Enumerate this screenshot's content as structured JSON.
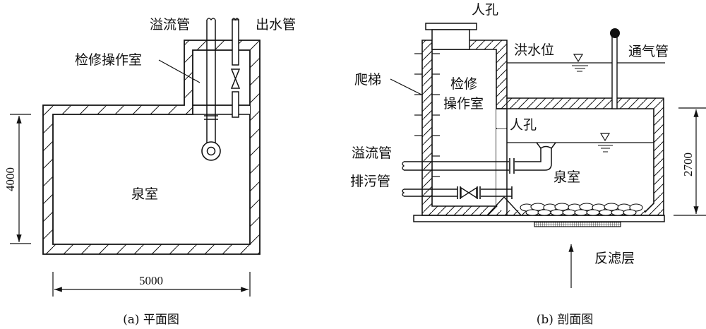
{
  "plan_view": {
    "caption": "(a) 平面图",
    "labels": {
      "overflow_pipe": "溢流管",
      "outlet_pipe": "出水管",
      "maintenance_room": "检修操作室",
      "spring_chamber": "泉室"
    },
    "dimensions": {
      "width": "5000",
      "height": "4000"
    }
  },
  "section_view": {
    "caption": "(b) 剖面图",
    "labels": {
      "manhole_top": "人孔",
      "flood_level": "洪水位",
      "vent_pipe": "通气管",
      "ladder": "爬梯",
      "maintenance_room_line1": "检修",
      "maintenance_room_line2": "操作室",
      "manhole_side": "人孔",
      "overflow_pipe": "溢流管",
      "drain_pipe": "排污管",
      "spring_chamber": "泉室",
      "filter_layer": "反滤层"
    },
    "dimensions": {
      "height": "2700"
    }
  }
}
